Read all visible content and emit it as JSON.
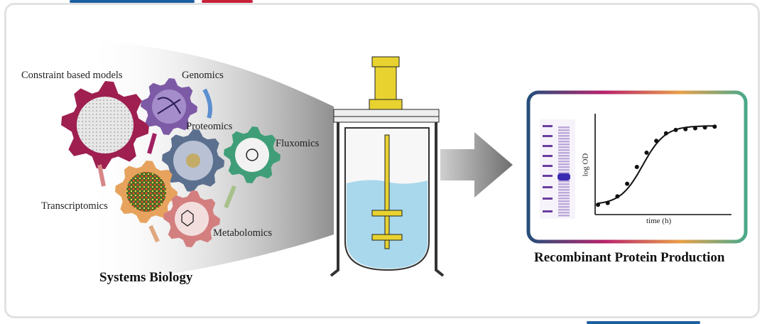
{
  "colors": {
    "accent_blue": "#1d5fa0",
    "accent_red": "#c8213a",
    "gear_constraint": "#9e1f50",
    "gear_genomics": "#7d5aa6",
    "gear_proteomics": "#5b6f8f",
    "gear_fluxomics": "#3f9e78",
    "gear_transcriptomics": "#e7a35e",
    "gear_metabolomics": "#d47f7f",
    "liquid": "#a9d8ec",
    "stirrer": "#e8d230"
  },
  "systems_biology": {
    "title": "Systems Biology",
    "labels": {
      "constraint": "Constraint based models",
      "genomics": "Genomics",
      "proteomics": "Proteomics",
      "fluxomics": "Fluxomics",
      "transcriptomics": "Transcriptomics",
      "metabolomics": "Metabolomics"
    }
  },
  "production": {
    "title": "Recombinant Protein Production",
    "chart_labels": {
      "xlabel": "time (h)",
      "ylabel": "log OD"
    }
  },
  "chart_data": {
    "type": "scatter",
    "title": "",
    "xlabel": "time (h)",
    "ylabel": "log OD",
    "x": [
      0,
      1,
      2,
      3,
      4,
      5,
      6,
      7,
      8,
      9,
      10,
      11,
      12
    ],
    "y": [
      0.1,
      0.12,
      0.2,
      0.35,
      0.55,
      0.72,
      0.86,
      0.95,
      0.99,
      1.0,
      1.01,
      1.02,
      1.03
    ],
    "fit": "sigmoid",
    "xlim": [
      0,
      13
    ],
    "ylim": [
      0,
      1.15
    ]
  }
}
